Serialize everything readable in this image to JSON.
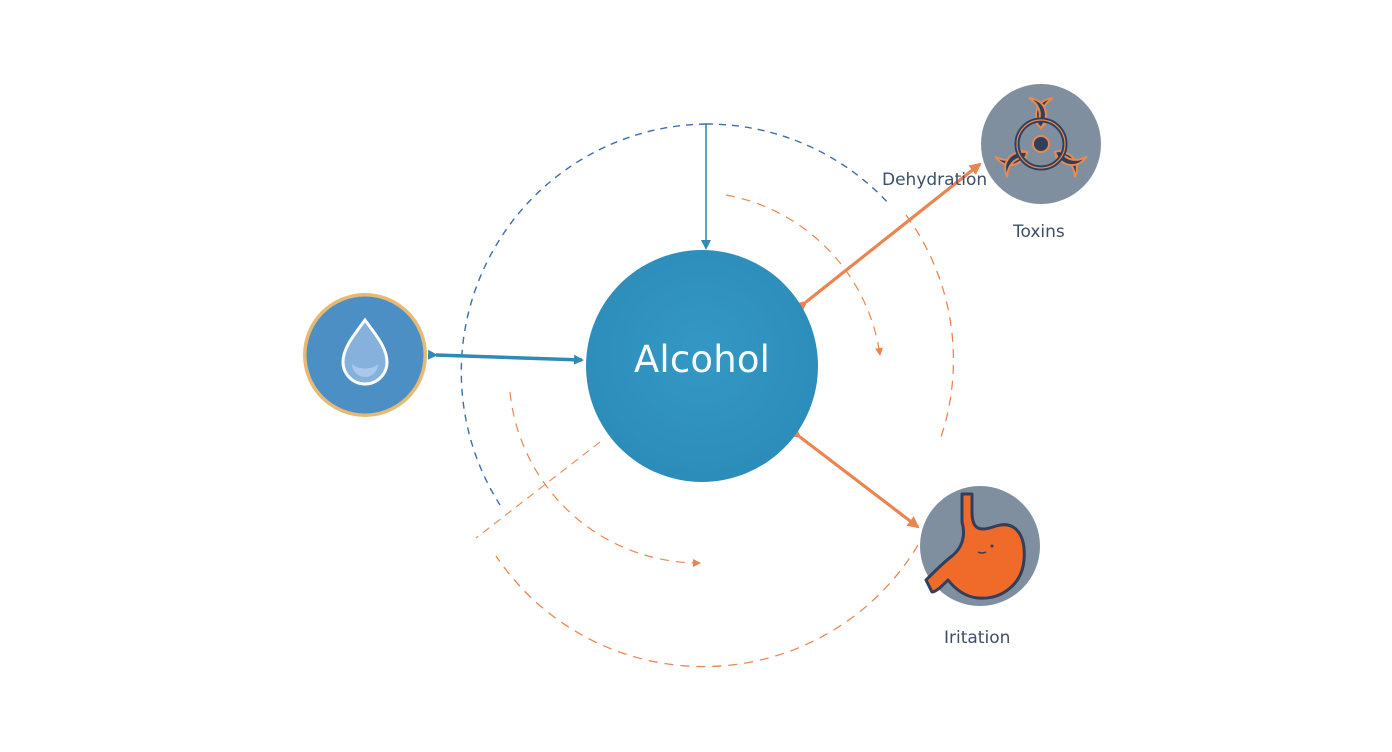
{
  "center": {
    "label": "Alcohol"
  },
  "nodes": {
    "toxins": {
      "label": "Toxins",
      "icon": "biohazard-icon"
    },
    "irritation": {
      "label": "Iritation",
      "icon": "stomach-icon"
    },
    "water": {
      "label": "",
      "icon": "water-drop-icon"
    }
  },
  "edges": {
    "dehydration": {
      "label": "Dehydration"
    }
  },
  "colors": {
    "center_fill": "#2f92bf",
    "blue_line": "#3d6ea8",
    "orange": "#ea8550",
    "node_grey": "#7f8fa0",
    "water_fill": "#4c8fc4",
    "water_ring": "#e8b973",
    "text": "#3c4f6a"
  }
}
